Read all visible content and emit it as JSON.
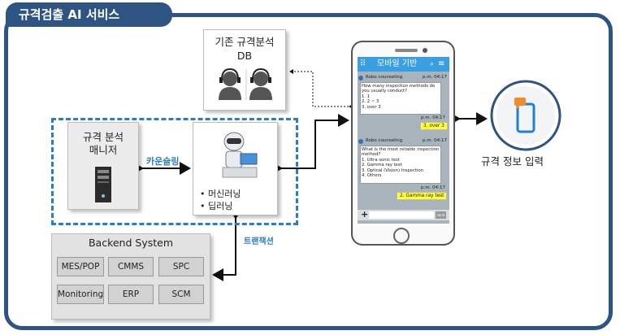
{
  "title": "규격검출 AI 서비스",
  "db": {
    "title": "기존 규격분석\nDB"
  },
  "manager": {
    "title": "규격 분석\n매니저"
  },
  "ai_engine": {
    "items": "• 머신러닝\n• 딥러닝"
  },
  "labels": {
    "counseling": "카운슬링",
    "transaction": "트랜잭션",
    "right_caption": "규격 정보 입력"
  },
  "backend": {
    "title": "Backend System",
    "modules": [
      "MES/POP",
      "CMMS",
      "SPC",
      "Monitoring",
      "ERP",
      "SCM"
    ]
  },
  "phone": {
    "header": "모바일 기반",
    "messages": [
      {
        "sender": "Robo counseling",
        "time": "p.m. 04:17",
        "question": "How many inspection  methods do\nyou usually conduct?\n1. 1\n2. 2 ~ 3\n3. over 3",
        "answer_time": "p.m. 04:17",
        "answer": "3. over 3"
      },
      {
        "sender": "Robo counseling",
        "time": "p.m. 04:17",
        "question": "What is the most reliable inspection\nmethod?\n1. Ultra sonic test\n2. Gamma ray test\n3. Optical (Vision) Inspection\n4. Others",
        "answer_time": "p.m. 04:17",
        "answer": "2. Gamma ray test"
      }
    ],
    "input_plus": "+",
    "send_label": "send"
  },
  "colors": {
    "frame": "#2d5483",
    "accent": "#2a7ec3",
    "phone_header": "#3a9fe0",
    "answer_bg": "#ffff33"
  },
  "icons": [
    "headset-agent-icon",
    "server-tower-icon",
    "robot-icon",
    "smartphone-chat-icon"
  ]
}
